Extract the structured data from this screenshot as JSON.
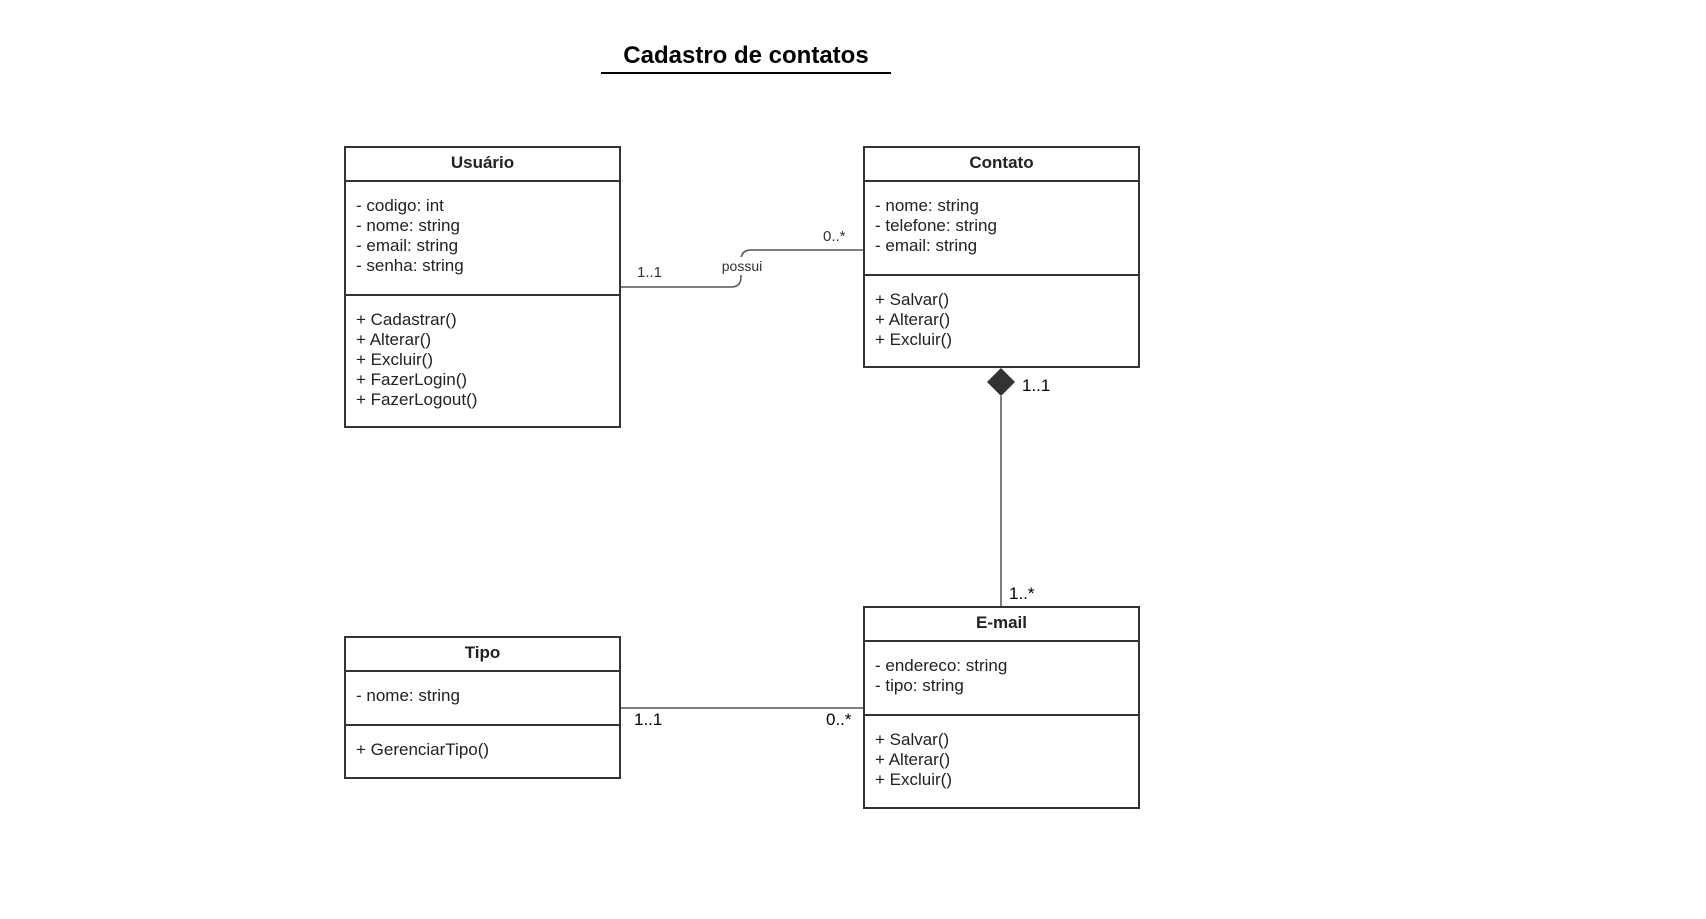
{
  "title": "Cadastro de contatos",
  "colors": {
    "border": "#333333",
    "line": "#555555",
    "diamond": "#333333",
    "background": "#ffffff"
  },
  "classes": {
    "usuario": {
      "name": "Usuário",
      "attributes": [
        "- codigo: int",
        "- nome: string",
        "- email: string",
        "- senha: string"
      ],
      "methods": [
        "+ Cadastrar()",
        "+ Alterar()",
        "+ Excluir()",
        "+ FazerLogin()",
        "+ FazerLogout()"
      ]
    },
    "contato": {
      "name": "Contato",
      "attributes": [
        "- nome: string",
        "- telefone: string",
        "- email: string"
      ],
      "methods": [
        "+ Salvar()",
        "+ Alterar()",
        "+ Excluir()"
      ]
    },
    "tipo": {
      "name": "Tipo",
      "attributes": [
        "- nome: string"
      ],
      "methods": [
        "+ GerenciarTipo()"
      ]
    },
    "email": {
      "name": "E-mail",
      "attributes": [
        "- endereco: string",
        "- tipo: string"
      ],
      "methods": [
        "+ Salvar()",
        "+ Alterar()",
        "+ Excluir()"
      ]
    }
  },
  "relations": {
    "usuario_contato": {
      "label": "possui",
      "source_mult": "1..1",
      "target_mult": "0..*"
    },
    "contato_email": {
      "type": "composition",
      "source_mult": "1..1",
      "target_mult": "1..*"
    },
    "tipo_email": {
      "source_mult": "1..1",
      "target_mult": "0..*"
    }
  }
}
